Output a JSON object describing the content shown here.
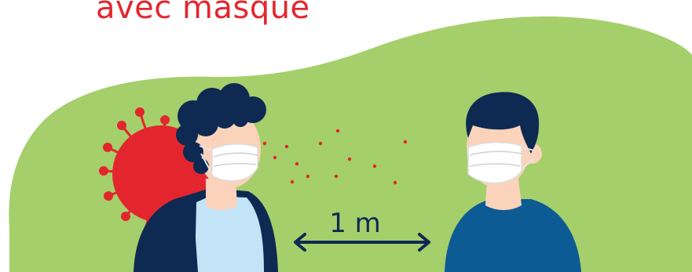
{
  "title": "avec masque",
  "distance": {
    "label": "1 m"
  },
  "colors": {
    "title": "#e3262e",
    "background_blob": "#a5cf6a",
    "virus": "#e3262e",
    "droplets": "#e3262e",
    "skin": "#fbd3bb",
    "hair": "#0e2a52",
    "mask": "#ffffff",
    "infected_shirt_outer": "#0e2a52",
    "infected_shirt_inner": "#c3e4f7",
    "healthy_shirt": "#0d5b94",
    "arrow": "#0e2a52"
  },
  "icons": {
    "virus": "virus-icon",
    "droplets": "droplets",
    "arrow": "double-arrow-icon"
  }
}
